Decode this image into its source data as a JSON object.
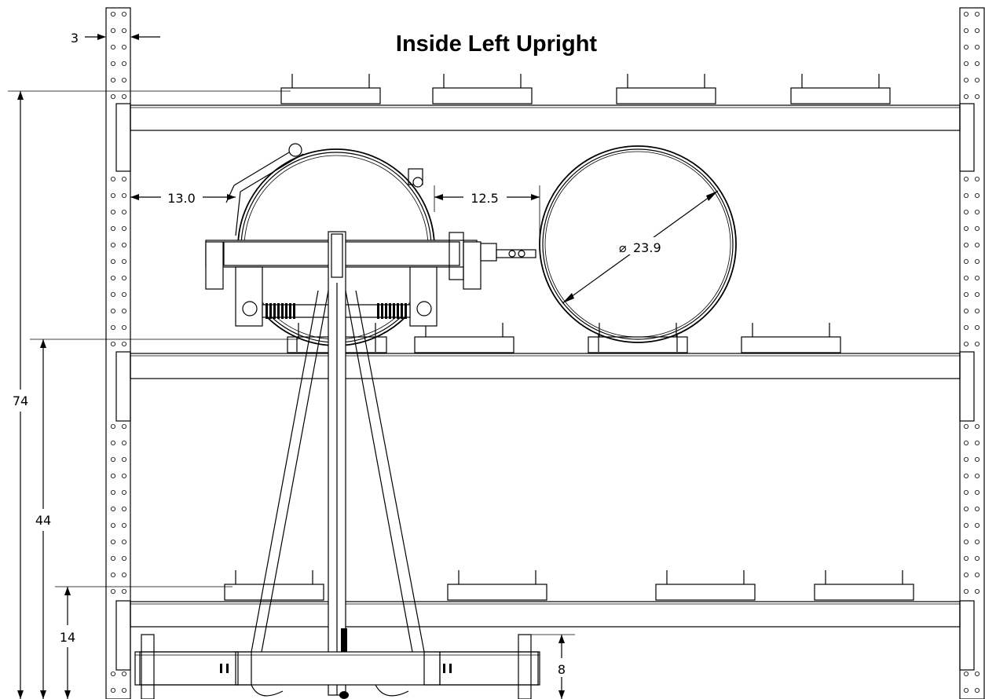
{
  "title": "Inside Left Upright",
  "dimensions": {
    "upright_width": "3",
    "left_clearance": "13.0",
    "gap_between_drums": "12.5",
    "drum_diameter": "23.9",
    "top_beam_height": "74",
    "middle_beam_height": "44",
    "bottom_beam_height": "14",
    "forklift_height": "8"
  },
  "colors": {
    "line": "#000000",
    "background": "#ffffff"
  },
  "symbols": {
    "diameter": "⌀"
  }
}
